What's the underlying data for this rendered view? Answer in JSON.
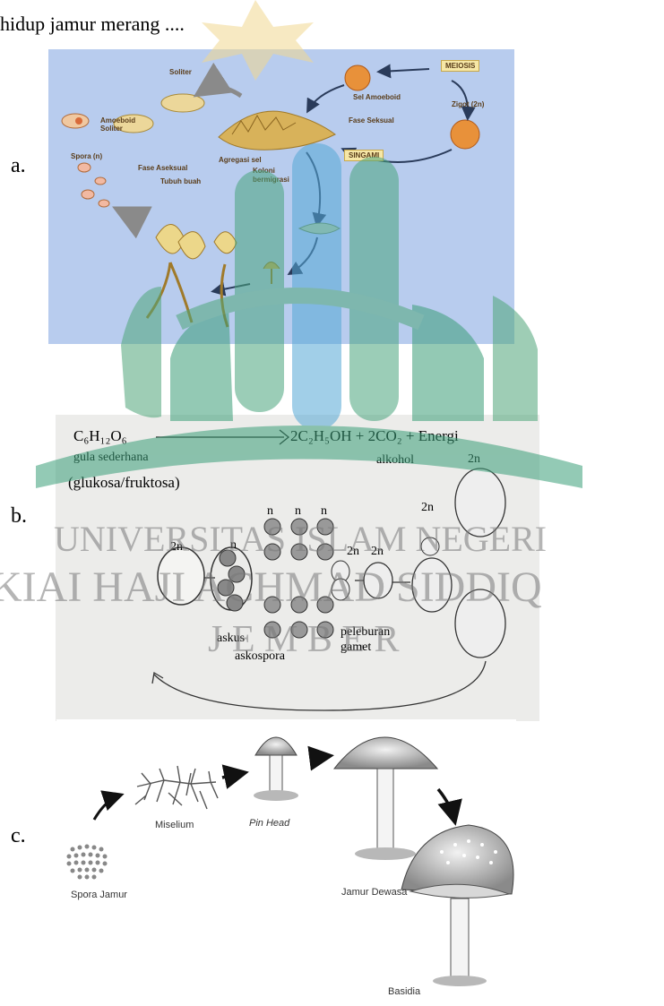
{
  "question": {
    "text": "hidup jamur merang ...."
  },
  "options": [
    {
      "label": "a."
    },
    {
      "label": "b."
    },
    {
      "label": "c."
    }
  ],
  "figure_a": {
    "labels": {
      "solitary": "Soliter",
      "meiosis": "MEIOSIS",
      "amoeboid_cell": "Sel Amoeboid",
      "zygote": "Zigot (2n)",
      "sexual_phase": "Fase Seksual",
      "amoeboid_solitary": "Amoeboid Soliter",
      "cell_aggregation": "Agregasi sel",
      "syngamy": "SINGAMI",
      "spore": "Spora (n)",
      "asexual_phase": "Fase Aseksual",
      "fruiting_body": "Tubuh buah",
      "migrating_colony": "Koloni bermigrasi"
    },
    "colors": {
      "background": "#b8ccee",
      "accent": "#e8913a",
      "label_box": "#f6e7a6"
    }
  },
  "figure_b": {
    "equation": {
      "reactant": "C₆H₁₂O₆",
      "products": "2C₂H₅OH + 2CO₂ + Energi",
      "reactant_name": "gula sederhana",
      "reactant_detail": "(glukosa/fruktosa)",
      "product_name": "alkohol"
    },
    "ploidy": {
      "diploid": "2n",
      "haploid": "n"
    },
    "labels": {
      "ascus": "askus",
      "ascospore": "askospora",
      "fusion_line1": "peleburan",
      "fusion_line2": "gamet"
    }
  },
  "figure_c": {
    "labels": {
      "spore": "Spora Jamur",
      "mycelium": "Miselium",
      "pin_head": "Pin Head",
      "adult": "Jamur Dewasa",
      "basidia": "Basidia"
    }
  },
  "watermark": {
    "line1": "UNIVERSITAS ISLAM NEGERI",
    "line2": "KIAI HAJI ACHMAD SIDDIQ",
    "line3": "J E M B E R"
  }
}
